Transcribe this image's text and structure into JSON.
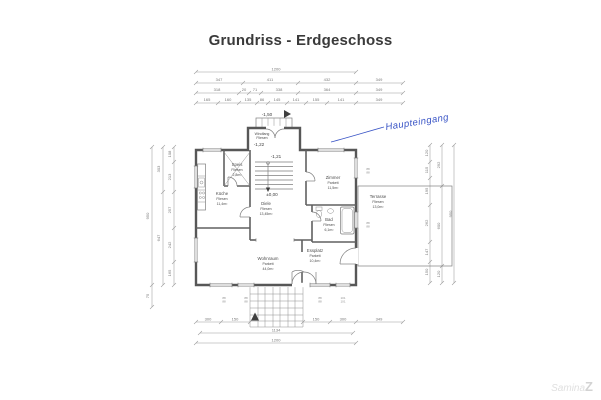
{
  "title": "Grundriss - Erdgeschoss",
  "watermark": {
    "text": "Samina",
    "logo": "Z"
  },
  "annotation": {
    "label": "Haupteingang"
  },
  "levels": {
    "stoop": "-1,50",
    "entry": "-1,22",
    "windfang": "-1,21",
    "ground": "±0,00"
  },
  "rooms": {
    "windfang": {
      "name": "Windfang",
      "floor": "Fliesen"
    },
    "kueche": {
      "name": "Küche",
      "floor": "Fliesen",
      "area": "11,4m²"
    },
    "speis": {
      "name": "Speis",
      "floor": "Fliesen",
      "area": "2,8m²"
    },
    "diele": {
      "name": "Diele",
      "floor": "Fliesen",
      "area": "13,45m²"
    },
    "zimmer": {
      "name": "Zimmer",
      "floor": "Parkett",
      "area": "11,5m²"
    },
    "bad": {
      "name": "Bad",
      "floor": "Fliesen",
      "area": "6,1m²"
    },
    "essplatz": {
      "name": "Essplatz",
      "floor": "Parkett",
      "area": "10,4m²"
    },
    "wohnraum": {
      "name": "Wohnraum",
      "floor": "Parkett",
      "area": "44,0m²"
    },
    "terrasse": {
      "name": "Terrasse",
      "floor": "Fliesen",
      "area": "13,0m²"
    }
  },
  "dims": {
    "t1": "1200",
    "t2": [
      "347",
      "411",
      "432",
      "349"
    ],
    "t3": [
      "318",
      "20",
      "71",
      "338",
      "364",
      "349"
    ],
    "t4": [
      "165",
      "160",
      "135",
      "86",
      "145",
      "141",
      "155",
      "141",
      "349"
    ],
    "b1": [
      "300",
      "150",
      "150",
      "300",
      "349"
    ],
    "b2": "1134",
    "b3": "1200",
    "l1": [
      "950",
      "75"
    ],
    "l2": [
      "303",
      "647"
    ],
    "l3": [
      "108",
      "213",
      "257",
      "242",
      "165"
    ],
    "r1": [
      "120",
      "115",
      "195",
      "262",
      "147",
      "150"
    ],
    "r2": [
      "292",
      "600",
      "120"
    ],
    "r3": "950"
  },
  "sill_marks": [
    "88",
    "88",
    "88",
    "88",
    "88",
    "88",
    "101",
    "101",
    "88",
    "88",
    "88",
    "88"
  ]
}
